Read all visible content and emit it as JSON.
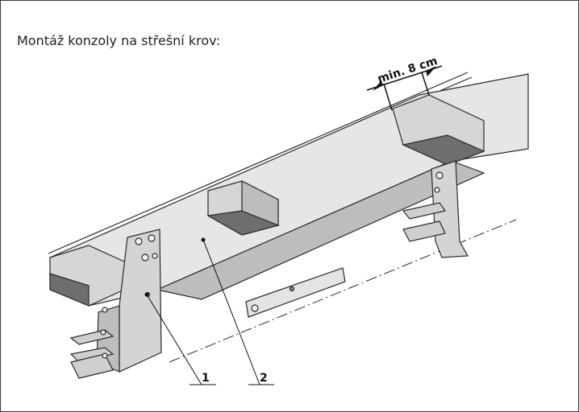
{
  "caption": "Montáž konzoly na střešní krov:",
  "dimension_label": "min. 8 cm",
  "callouts": [
    {
      "id": "1",
      "label": "1"
    },
    {
      "id": "2",
      "label": "2"
    }
  ],
  "colors": {
    "outline": "#2a2a2a",
    "face_light": "#e6e6e6",
    "face_mid": "#bdbdbd",
    "face_dark": "#6e6e6e",
    "bracket": "#d4d4d4",
    "frame": "#3c3c3c"
  }
}
